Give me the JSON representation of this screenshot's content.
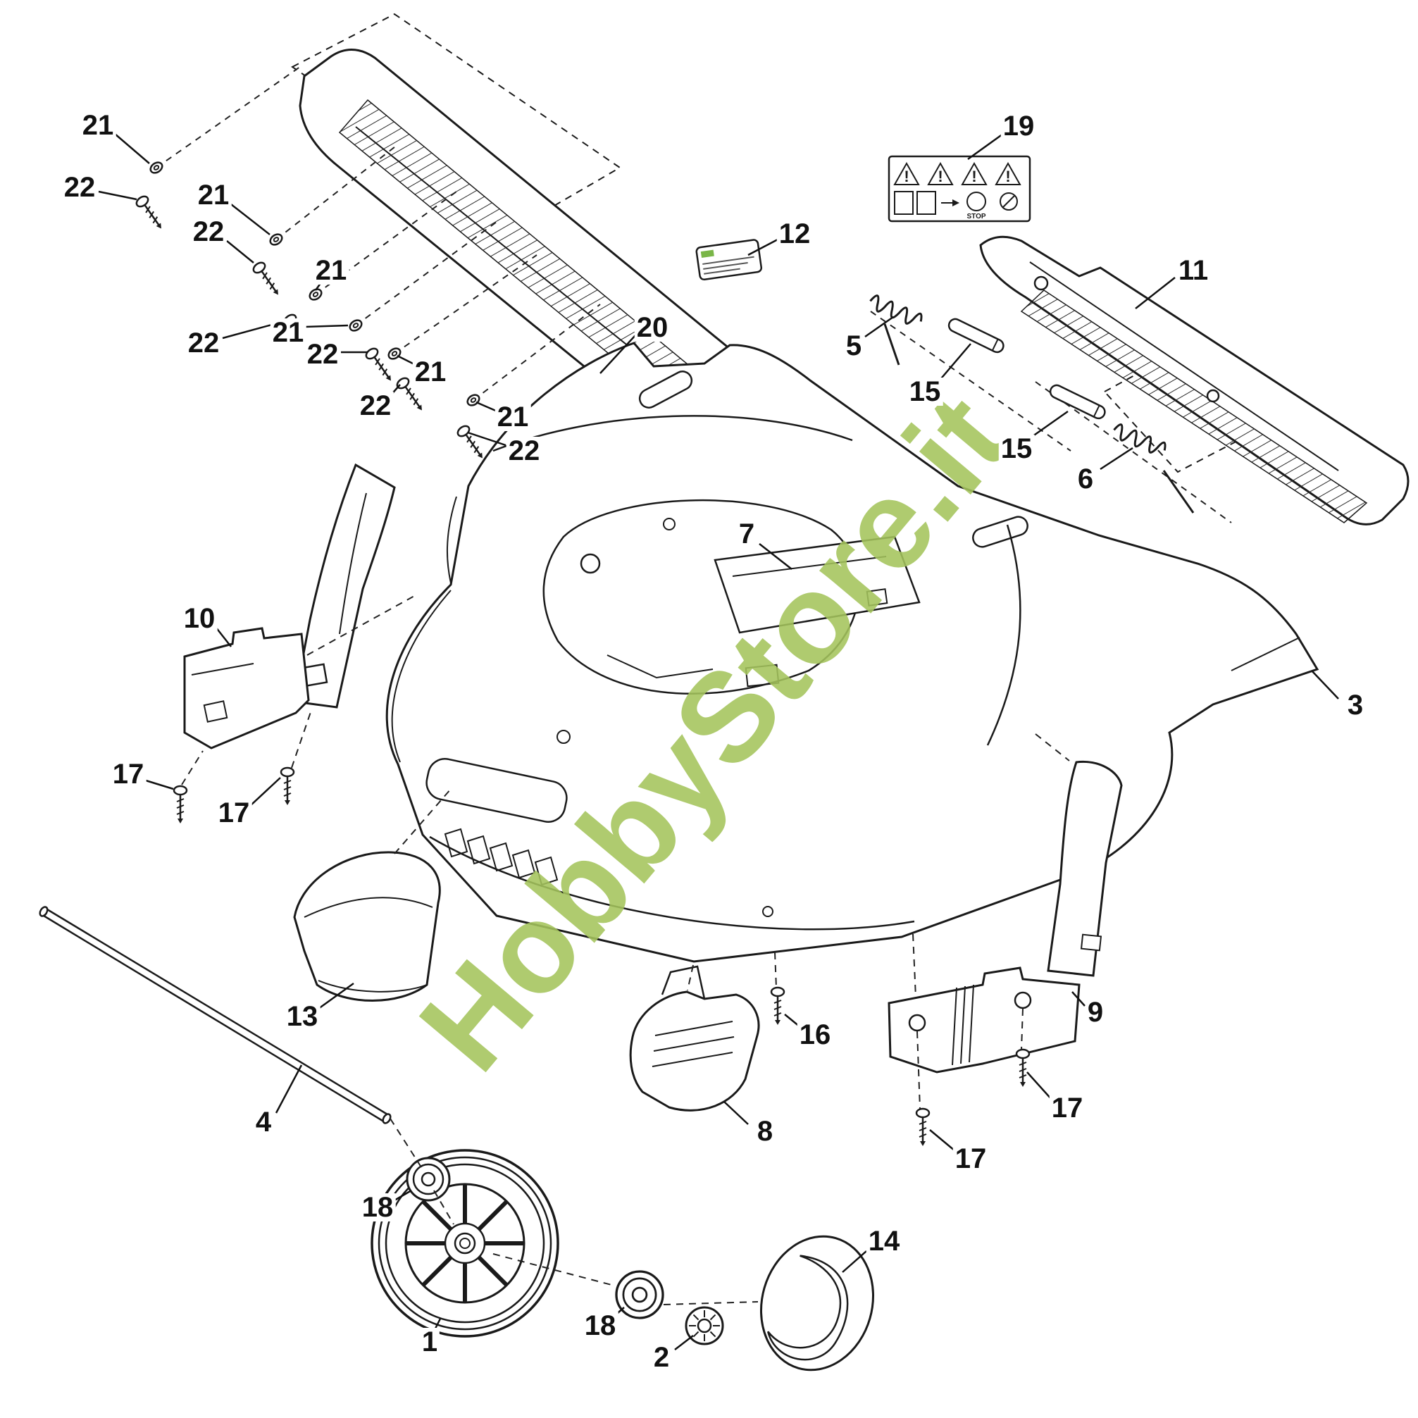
{
  "diagram": {
    "background": "#ffffff",
    "line_color": "#1a1a1a"
  },
  "watermark": {
    "text": "HobbyStore.it",
    "color": "#a4c45c"
  },
  "sticker19": {
    "bang": "!",
    "stop_label": "STOP"
  },
  "labels": [
    {
      "num": "21"
    },
    {
      "num": "22"
    },
    {
      "num": "21"
    },
    {
      "num": "22"
    },
    {
      "num": "21"
    },
    {
      "num": "21"
    },
    {
      "num": "22"
    },
    {
      "num": "22"
    },
    {
      "num": "21"
    },
    {
      "num": "22"
    },
    {
      "num": "21"
    },
    {
      "num": "22"
    },
    {
      "num": "20"
    },
    {
      "num": "19"
    },
    {
      "num": "12"
    },
    {
      "num": "11"
    },
    {
      "num": "5"
    },
    {
      "num": "15"
    },
    {
      "num": "15"
    },
    {
      "num": "6"
    },
    {
      "num": "7"
    },
    {
      "num": "3"
    },
    {
      "num": "10"
    },
    {
      "num": "17"
    },
    {
      "num": "17"
    },
    {
      "num": "13"
    },
    {
      "num": "4"
    },
    {
      "num": "18"
    },
    {
      "num": "1"
    },
    {
      "num": "18"
    },
    {
      "num": "2"
    },
    {
      "num": "14"
    },
    {
      "num": "8"
    },
    {
      "num": "16"
    },
    {
      "num": "9"
    },
    {
      "num": "17"
    },
    {
      "num": "17"
    }
  ]
}
